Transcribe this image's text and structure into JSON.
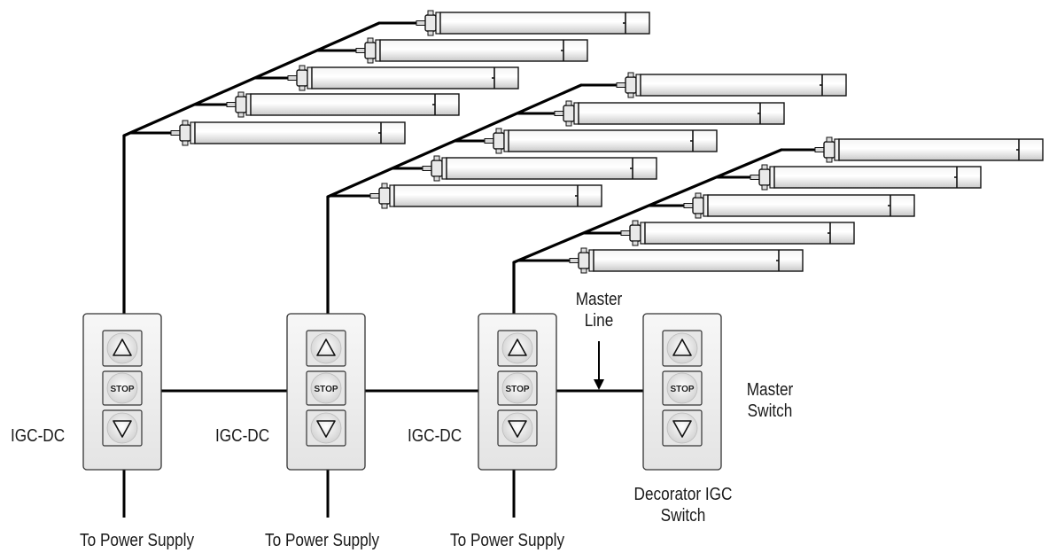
{
  "controllers": [
    {
      "label": "IGC-DC",
      "stop_label": "STOP",
      "output_label": "To Power Supply"
    },
    {
      "label": "IGC-DC",
      "stop_label": "STOP",
      "output_label": "To Power Supply"
    },
    {
      "label": "IGC-DC",
      "stop_label": "STOP",
      "output_label": "To Power Supply"
    }
  ],
  "master": {
    "line_label": [
      "Master",
      "Line"
    ],
    "switch_label": [
      "Master",
      "Switch"
    ],
    "decorator_label": [
      "Decorator IGC",
      "Switch"
    ],
    "stop_label": "STOP"
  },
  "motor_groups": [
    {
      "motor_count": 5
    },
    {
      "motor_count": 5
    },
    {
      "motor_count": 5
    }
  ]
}
